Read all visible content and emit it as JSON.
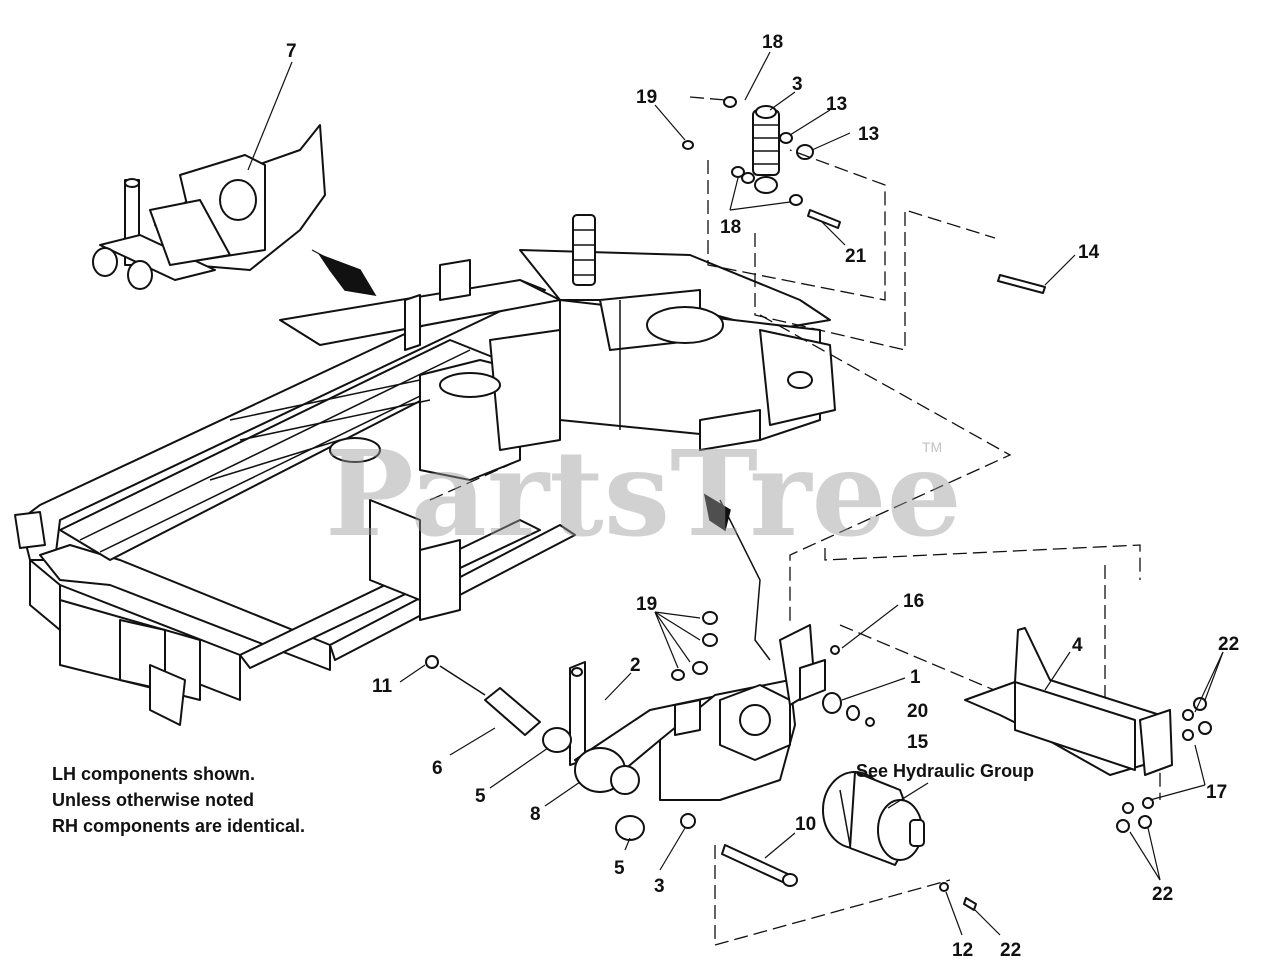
{
  "callouts": {
    "c7": "7",
    "c18a": "18",
    "c3a": "3",
    "c19a": "19",
    "c13a": "13",
    "c13b": "13",
    "c18b": "18",
    "c21": "21",
    "c14": "14",
    "c19b": "19",
    "c16": "16",
    "c2": "2",
    "c1": "1",
    "c20": "20",
    "c15": "15",
    "c4": "4",
    "c22a": "22",
    "c17": "17",
    "c11": "11",
    "c6": "6",
    "c5a": "5",
    "c8": "8",
    "c5b": "5",
    "c3b": "3",
    "c10": "10",
    "c22b": "22",
    "c12": "12",
    "c22c": "22"
  },
  "note": {
    "line1": "LH components shown.",
    "line2": "Unless otherwise noted",
    "line3": "RH components are identical."
  },
  "hydraulic_label": "See Hydraulic Group",
  "watermark": {
    "text": "PartsTree",
    "trademark": "TM"
  }
}
